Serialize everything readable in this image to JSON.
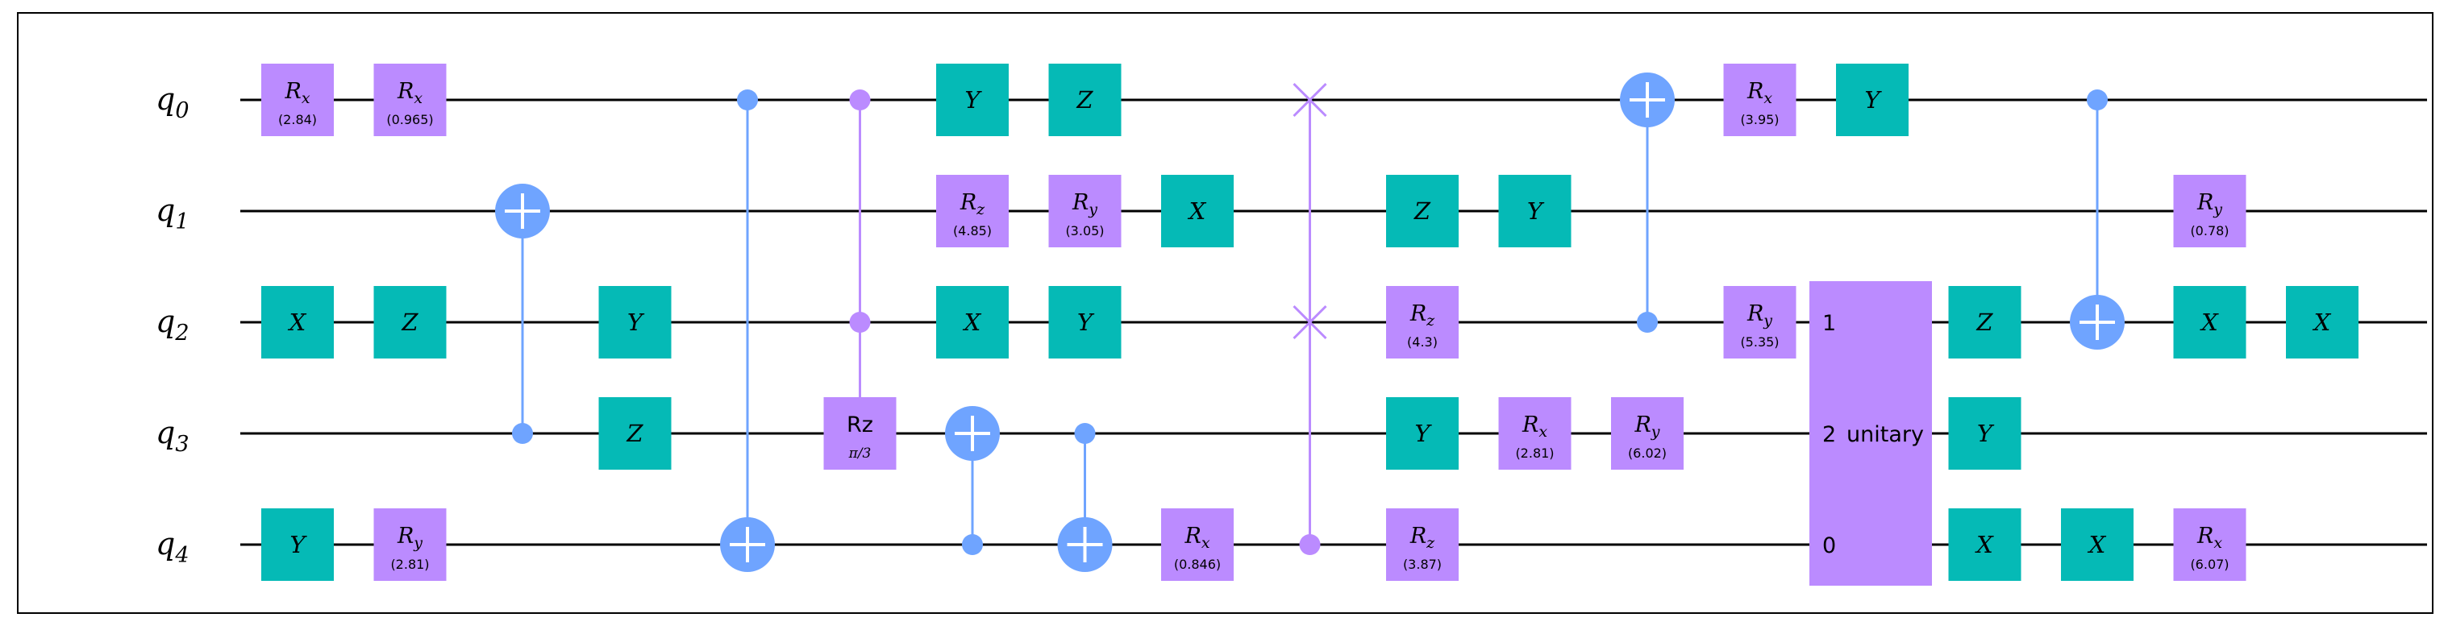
{
  "colors": {
    "param_gate": "#bb8bff",
    "pauli_gate": "#05bab6",
    "controlled": "#6fa4ff",
    "wire": "#000000",
    "text": "#000000",
    "frame": "#000000"
  },
  "qubits": [
    {
      "label": "q",
      "sub": "0"
    },
    {
      "label": "q",
      "sub": "1"
    },
    {
      "label": "q",
      "sub": "2"
    },
    {
      "label": "q",
      "sub": "3"
    },
    {
      "label": "q",
      "sub": "4"
    }
  ],
  "gates": [
    {
      "type": "single",
      "col": 0,
      "qubit": 0,
      "name": "R",
      "sub": "x",
      "param": "(2.84)",
      "style": "param_gate"
    },
    {
      "type": "single",
      "col": 0,
      "qubit": 2,
      "name": "X",
      "style": "pauli_gate"
    },
    {
      "type": "single",
      "col": 0,
      "qubit": 4,
      "name": "Y",
      "style": "pauli_gate"
    },
    {
      "type": "single",
      "col": 1,
      "qubit": 0,
      "name": "R",
      "sub": "x",
      "param": "(0.965)",
      "style": "param_gate"
    },
    {
      "type": "single",
      "col": 1,
      "qubit": 2,
      "name": "Z",
      "style": "pauli_gate"
    },
    {
      "type": "single",
      "col": 1,
      "qubit": 4,
      "name": "R",
      "sub": "y",
      "param": "(2.81)",
      "style": "param_gate"
    },
    {
      "type": "cx",
      "col": 2,
      "control": 3,
      "target": 1
    },
    {
      "type": "single",
      "col": 3,
      "qubit": 2,
      "name": "Y",
      "style": "pauli_gate"
    },
    {
      "type": "single",
      "col": 3,
      "qubit": 3,
      "name": "Z",
      "style": "pauli_gate"
    },
    {
      "type": "cx",
      "col": 4,
      "control": 0,
      "target": 4
    },
    {
      "type": "mcrz",
      "col": 5,
      "controls": [
        0,
        2
      ],
      "target": 3,
      "name": "Rz",
      "param": "π/3"
    },
    {
      "type": "single",
      "col": 6,
      "qubit": 0,
      "name": "Y",
      "style": "pauli_gate"
    },
    {
      "type": "single",
      "col": 6,
      "qubit": 1,
      "name": "R",
      "sub": "z",
      "param": "(4.85)",
      "style": "param_gate"
    },
    {
      "type": "single",
      "col": 6,
      "qubit": 2,
      "name": "X",
      "style": "pauli_gate"
    },
    {
      "type": "cx",
      "col": 6,
      "control": 4,
      "target": 3
    },
    {
      "type": "single",
      "col": 7,
      "qubit": 0,
      "name": "Z",
      "style": "pauli_gate"
    },
    {
      "type": "single",
      "col": 7,
      "qubit": 1,
      "name": "R",
      "sub": "y",
      "param": "(3.05)",
      "style": "param_gate"
    },
    {
      "type": "single",
      "col": 7,
      "qubit": 2,
      "name": "Y",
      "style": "pauli_gate"
    },
    {
      "type": "cx",
      "col": 7,
      "control": 3,
      "target": 4
    },
    {
      "type": "single",
      "col": 8,
      "qubit": 1,
      "name": "X",
      "style": "pauli_gate"
    },
    {
      "type": "single",
      "col": 8,
      "qubit": 4,
      "name": "R",
      "sub": "x",
      "param": "(0.846)",
      "style": "param_gate"
    },
    {
      "type": "cswap",
      "col": 9,
      "control": 4,
      "targets": [
        0,
        2
      ]
    },
    {
      "type": "single",
      "col": 10,
      "qubit": 1,
      "name": "Z",
      "style": "pauli_gate"
    },
    {
      "type": "single",
      "col": 10,
      "qubit": 2,
      "name": "R",
      "sub": "z",
      "param": "(4.3)",
      "style": "param_gate"
    },
    {
      "type": "single",
      "col": 10,
      "qubit": 3,
      "name": "Y",
      "style": "pauli_gate"
    },
    {
      "type": "single",
      "col": 10,
      "qubit": 4,
      "name": "R",
      "sub": "z",
      "param": "(3.87)",
      "style": "param_gate"
    },
    {
      "type": "single",
      "col": 11,
      "qubit": 1,
      "name": "Y",
      "style": "pauli_gate"
    },
    {
      "type": "single",
      "col": 11,
      "qubit": 3,
      "name": "R",
      "sub": "x",
      "param": "(2.81)",
      "style": "param_gate"
    },
    {
      "type": "cx",
      "col": 12,
      "control": 2,
      "target": 0
    },
    {
      "type": "single",
      "col": 12,
      "qubit": 3,
      "name": "R",
      "sub": "y",
      "param": "(6.02)",
      "style": "param_gate"
    },
    {
      "type": "single",
      "col": 13,
      "qubit": 0,
      "name": "R",
      "sub": "x",
      "param": "(3.95)",
      "style": "param_gate"
    },
    {
      "type": "single",
      "col": 13,
      "qubit": 2,
      "name": "R",
      "sub": "y",
      "param": "(5.35)",
      "style": "param_gate"
    },
    {
      "type": "single",
      "col": 14,
      "qubit": 0,
      "name": "Y",
      "style": "pauli_gate"
    },
    {
      "type": "unitary",
      "col": 14,
      "qubits": [
        2,
        3,
        4
      ],
      "name": "unitary",
      "labels": [
        "1",
        "2",
        "0"
      ]
    },
    {
      "type": "single",
      "col": 15,
      "qubit": 2,
      "name": "Z",
      "style": "pauli_gate"
    },
    {
      "type": "single",
      "col": 15,
      "qubit": 3,
      "name": "Y",
      "style": "pauli_gate"
    },
    {
      "type": "single",
      "col": 15,
      "qubit": 4,
      "name": "X",
      "style": "pauli_gate"
    },
    {
      "type": "cx",
      "col": 16,
      "control": 0,
      "target": 2
    },
    {
      "type": "single",
      "col": 16,
      "qubit": 4,
      "name": "X",
      "style": "pauli_gate"
    },
    {
      "type": "single",
      "col": 17,
      "qubit": 1,
      "name": "R",
      "sub": "y",
      "param": "(0.78)",
      "style": "param_gate"
    },
    {
      "type": "single",
      "col": 17,
      "qubit": 2,
      "name": "X",
      "style": "pauli_gate"
    },
    {
      "type": "single",
      "col": 17,
      "qubit": 4,
      "name": "R",
      "sub": "x",
      "param": "(6.07)",
      "style": "param_gate"
    },
    {
      "type": "single",
      "col": 18,
      "qubit": 2,
      "name": "X",
      "style": "pauli_gate"
    }
  ]
}
